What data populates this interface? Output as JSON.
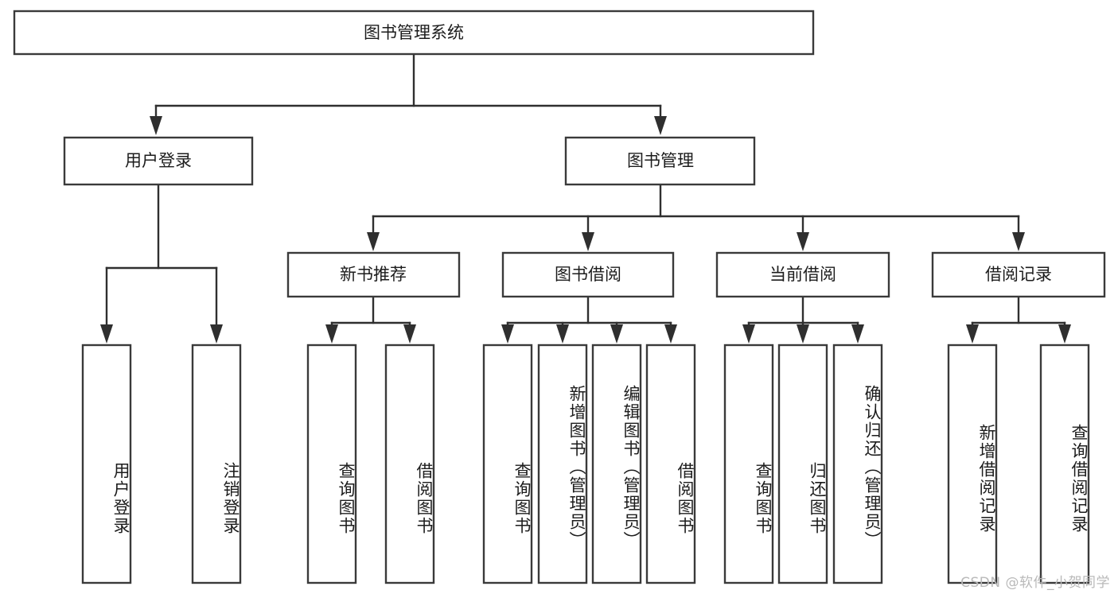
{
  "diagram": {
    "type": "hierarchy-tree",
    "title": "图书管理系统",
    "root": {
      "label": "图书管理系统"
    },
    "level1": [
      {
        "label": "用户登录"
      },
      {
        "label": "图书管理"
      }
    ],
    "level2": [
      {
        "label": "新书推荐"
      },
      {
        "label": "图书借阅"
      },
      {
        "label": "当前借阅"
      },
      {
        "label": "借阅记录"
      }
    ],
    "leaves": {
      "user_login": [
        {
          "label": "用户登录"
        },
        {
          "label": "注销登录"
        }
      ],
      "new_book_recommend": [
        {
          "label": "查询图书"
        },
        {
          "label": "借阅图书"
        }
      ],
      "book_borrow": [
        {
          "label": "查询图书"
        },
        {
          "label": "新增图书（管理员）"
        },
        {
          "label": "编辑图书（管理员）"
        },
        {
          "label": "借阅图书"
        }
      ],
      "current_borrow": [
        {
          "label": "查询图书"
        },
        {
          "label": "归还图书"
        },
        {
          "label": "确认归还（管理员）"
        }
      ],
      "borrow_record": [
        {
          "label": "新增借阅记录"
        },
        {
          "label": "查询借阅记录"
        }
      ]
    }
  },
  "watermark": {
    "text": "CSDN @软件_小贺同学"
  },
  "colors": {
    "box_stroke": "#3a3a3a",
    "connector": "#2f2f2f",
    "text": "#1c1c1c",
    "background": "#ffffff",
    "watermark": "#b9b9b9"
  }
}
